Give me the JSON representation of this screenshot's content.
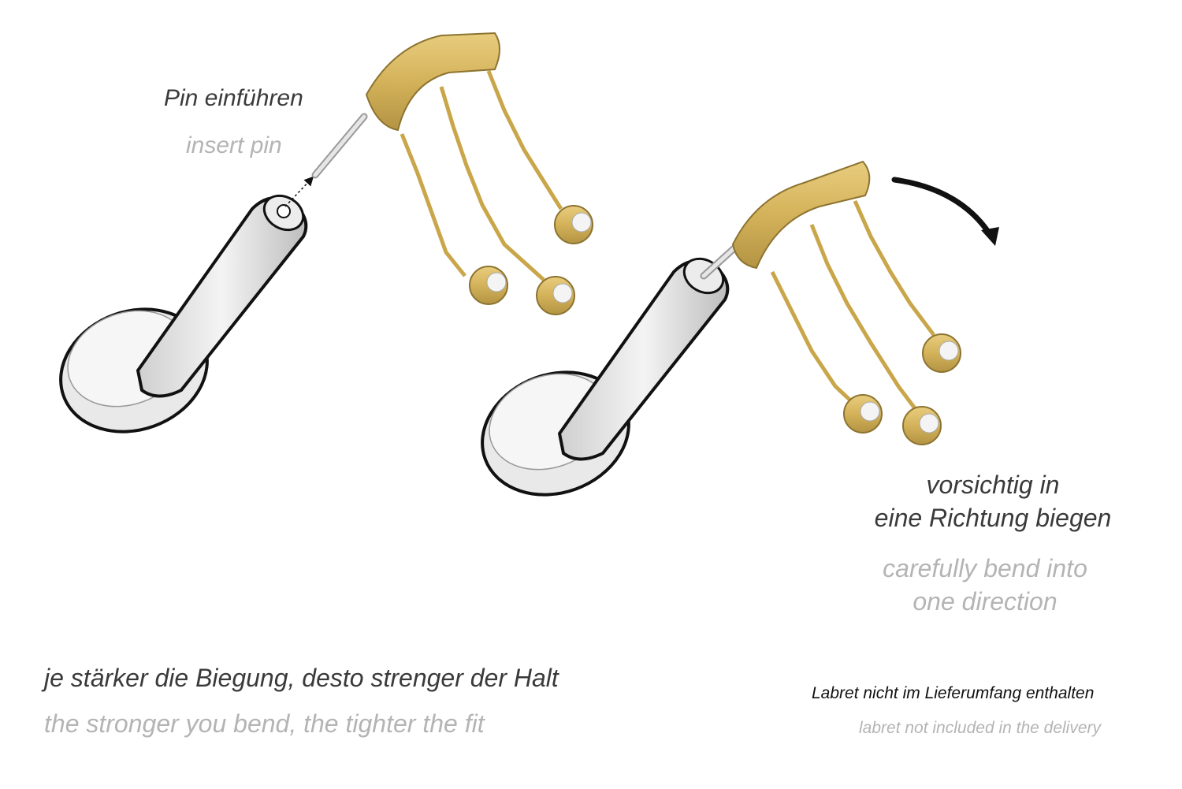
{
  "labels": {
    "insert_de": "Pin einführen",
    "insert_en": "insert pin",
    "bend_de_line1": "vorsichtig in",
    "bend_de_line2": "eine Richtung biegen",
    "bend_en_line1": "carefully bend into",
    "bend_en_line2": "one direction",
    "fit_de": "je stärker die Biegung, desto strenger der Halt",
    "fit_en": "the stronger you bend, the tighter the fit",
    "labret_de": "Labret nicht im Lieferumfang enthalten",
    "labret_en": "labret not included in the delivery"
  },
  "colors": {
    "gold": "#d4b25a",
    "gold_dark": "#a88a3a",
    "silver": "#e4e4e4",
    "outline": "#111111",
    "text_dark": "#3a3a3a",
    "text_light": "#b4b4b4"
  },
  "diagram": {
    "steps": [
      {
        "name": "step-1",
        "description_key": "insert_de"
      },
      {
        "name": "step-2",
        "description_key": "bend_de_line1"
      }
    ]
  }
}
